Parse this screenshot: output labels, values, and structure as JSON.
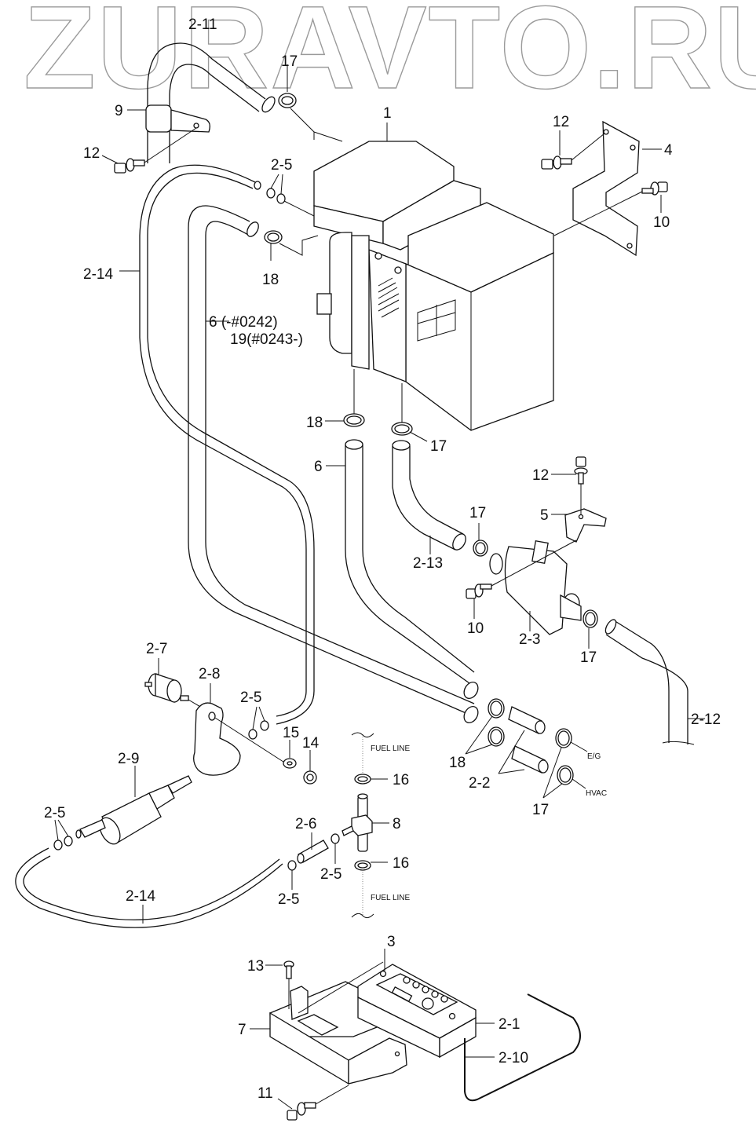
{
  "watermark": "ZURAVTO.RU",
  "diagram_type": "exploded parts diagram - fuel operated heater installation",
  "callouts": {
    "c2_11": "2-11",
    "c17_top": "17",
    "c1": "1",
    "c9": "9",
    "c12_a": "12",
    "c2_5_a": "2-5",
    "c12_b": "12",
    "c4": "4",
    "c10_a": "10",
    "c18_a": "18",
    "c2_14_a": "2-14",
    "c6_19_line1": "6 (-#0242)",
    "c6_19_line2": "19(#0243-)",
    "c18_b": "18",
    "c17_b": "17",
    "c6": "6",
    "c12_c": "12",
    "c5": "5",
    "c17_c": "17",
    "c2_13": "2-13",
    "c10_b": "10",
    "c2_3": "2-3",
    "c17_d": "17",
    "c2_7": "2-7",
    "c2_8": "2-8",
    "c2_5_b": "2-5",
    "c15": "15",
    "c14": "14",
    "c2_12": "2-12",
    "c2_9": "2-9",
    "c16_a": "16",
    "c18_c": "18",
    "c2_2": "2-2",
    "c17_e": "17",
    "c2_5_c": "2-5",
    "c2_6": "2-6",
    "c8": "8",
    "c2_5_d": "2-5",
    "c16_b": "16",
    "c2_14_b": "2-14",
    "c2_5_e": "2-5",
    "c3": "3",
    "c13": "13",
    "c7": "7",
    "c2_1": "2-1",
    "c2_10": "2-10",
    "c11": "11"
  },
  "annotations": {
    "fuel_line_top": "FUEL LINE",
    "fuel_line_bottom": "FUEL LINE",
    "eg": "E/G",
    "hvac": "HVAC"
  }
}
